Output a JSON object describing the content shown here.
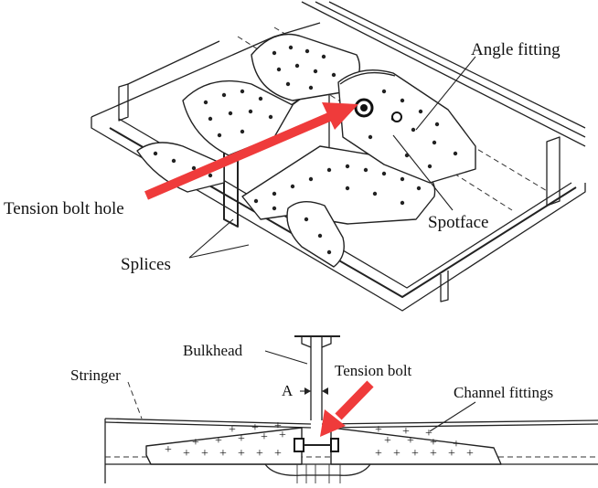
{
  "labels": {
    "angle_fitting": "Angle fitting",
    "tension_bolt_hole": "Tension bolt hole",
    "spotface": "Spotface",
    "splices": "Splices",
    "bulkhead": "Bulkhead",
    "stringer": "Stringer",
    "tension_bolt": "Tension bolt",
    "channel_fittings": "Channel fittings",
    "section_mark": "A"
  },
  "colors": {
    "highlight_arrow": "#ef3b3b",
    "ink": "#222222",
    "background": "#ffffff"
  }
}
